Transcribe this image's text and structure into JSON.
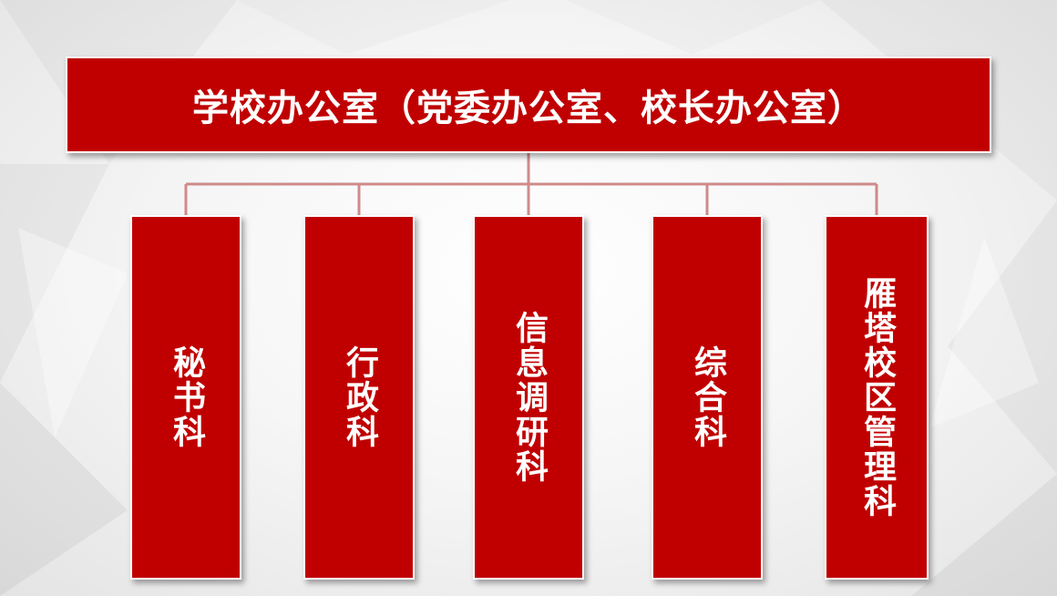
{
  "colors": {
    "box_fill": "#c00000",
    "connector": "#d08a8a",
    "text": "#ffffff"
  },
  "title": "学校办公室（党委办公室、校长办公室）",
  "departments": [
    {
      "label": "秘书科"
    },
    {
      "label": "行政科"
    },
    {
      "label": "信息调研科"
    },
    {
      "label": "综合科"
    },
    {
      "label": "雁塔校区管理科"
    }
  ]
}
